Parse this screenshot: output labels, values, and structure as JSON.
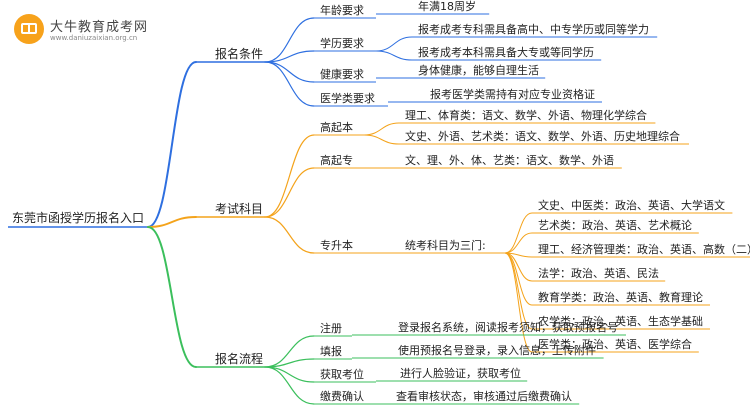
{
  "logo": {
    "title": "大牛教育成考网",
    "url": "www.daniuzaixian.org.cn"
  },
  "colors": {
    "blue": "#2e6fe0",
    "orange": "#f4a31b",
    "green": "#3bbf5c",
    "text": "#222222"
  },
  "root": "东莞市函授学历报名入口",
  "branches": [
    {
      "label": "报名条件",
      "color": "blue",
      "children": [
        {
          "label": "年龄要求",
          "detail": [
            "年满18周岁"
          ]
        },
        {
          "label": "学历要求",
          "detail": [
            "报考成考专科需具备高中、中专学历或同等学力",
            "报考成考本科需具备大专或等同学历"
          ]
        },
        {
          "label": "健康要求",
          "detail": [
            "身体健康，能够自理生活"
          ]
        },
        {
          "label": "医学类要求",
          "detail": [
            "报考医学类需持有对应专业资格证"
          ]
        }
      ]
    },
    {
      "label": "考试科目",
      "color": "orange",
      "children": [
        {
          "label": "高起本",
          "detail": [
            "理工、体育类：语文、数学、外语、物理化学综合",
            "文史、外语、艺术类：语文、数学、外语、历史地理综合"
          ]
        },
        {
          "label": "高起专",
          "detail": [
            "文、理、外、体、艺类：语文、数学、外语"
          ]
        },
        {
          "label": "专升本",
          "middle": "统考科目为三门:",
          "detail": [
            "文史、中医类：政治、英语、大学语文",
            "艺术类：政治、英语、艺术概论",
            "理工、经济管理类：政治、英语、高数（二）",
            "法学：政治、英语、民法",
            "教育学类：政治、英语、教育理论",
            "农学类：政治、英语、生态学基础",
            "医学类：政治、英语、医学综合"
          ]
        }
      ]
    },
    {
      "label": "报名流程",
      "color": "green",
      "children": [
        {
          "label": "注册",
          "detail": [
            "登录报名系统，阅读报考须知，获取预报名号"
          ]
        },
        {
          "label": "填报",
          "detail": [
            "使用预报名号登录，录入信息，上传附件"
          ]
        },
        {
          "label": "获取考位",
          "detail": [
            "进行人脸验证，获取考位"
          ]
        },
        {
          "label": "缴费确认",
          "detail": [
            "查看审核状态，审核通过后缴费确认"
          ]
        }
      ]
    }
  ]
}
